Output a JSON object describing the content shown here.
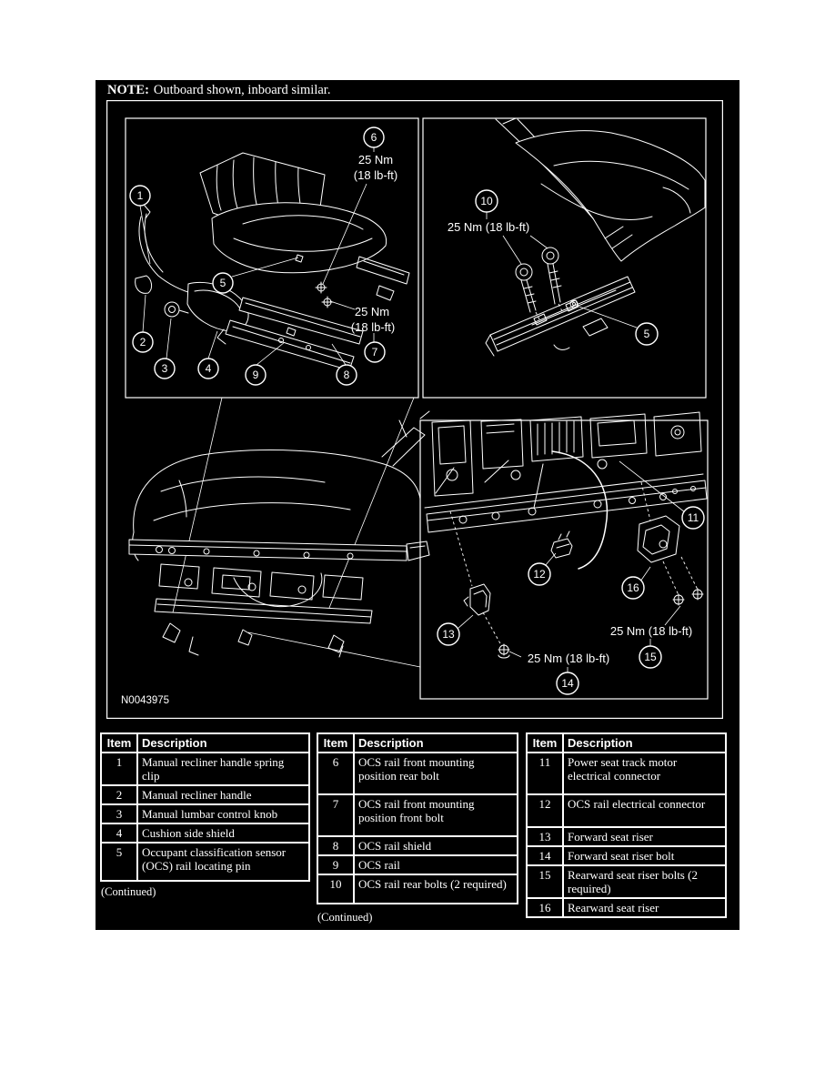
{
  "note": {
    "label": "NOTE:",
    "text": "Outboard shown, inboard similar."
  },
  "figure_id": "N0043975",
  "torque": {
    "nm": "25 Nm",
    "lbft": "(18 lb-ft)",
    "combined": "25 Nm (18 lb-ft)"
  },
  "callouts": {
    "1": "1",
    "2": "2",
    "3": "3",
    "4": "4",
    "5": "5",
    "6": "6",
    "7": "7",
    "8": "8",
    "9": "9",
    "10": "10",
    "11": "11",
    "12": "12",
    "13": "13",
    "14": "14",
    "15": "15",
    "16": "16"
  },
  "continued": "(Continued)",
  "tables": [
    {
      "headers": {
        "item": "Item",
        "desc": "Description"
      },
      "rows": [
        {
          "item": "1",
          "desc": "Manual recliner handle spring clip"
        },
        {
          "item": "2",
          "desc": "Manual recliner handle"
        },
        {
          "item": "3",
          "desc": "Manual lumbar control knob"
        },
        {
          "item": "4",
          "desc": "Cushion side shield"
        },
        {
          "item": "5",
          "desc": "Occupant classification sensor (OCS) rail locating pin"
        }
      ]
    },
    {
      "headers": {
        "item": "Item",
        "desc": "Description"
      },
      "rows": [
        {
          "item": "6",
          "desc": "OCS rail front mounting position rear bolt"
        },
        {
          "item": "7",
          "desc": "OCS rail front mounting position front bolt"
        },
        {
          "item": "8",
          "desc": "OCS rail shield"
        },
        {
          "item": "9",
          "desc": "OCS rail"
        },
        {
          "item": "10",
          "desc": "OCS rail rear bolts (2 required)"
        }
      ]
    },
    {
      "headers": {
        "item": "Item",
        "desc": "Description"
      },
      "rows": [
        {
          "item": "11",
          "desc": "Power seat track motor electrical connector"
        },
        {
          "item": "12",
          "desc": "OCS rail electrical connector"
        },
        {
          "item": "13",
          "desc": "Forward seat riser"
        },
        {
          "item": "14",
          "desc": "Forward seat riser bolt"
        },
        {
          "item": "15",
          "desc": "Rearward seat riser bolts (2 required)"
        },
        {
          "item": "16",
          "desc": "Rearward seat riser"
        }
      ]
    }
  ]
}
